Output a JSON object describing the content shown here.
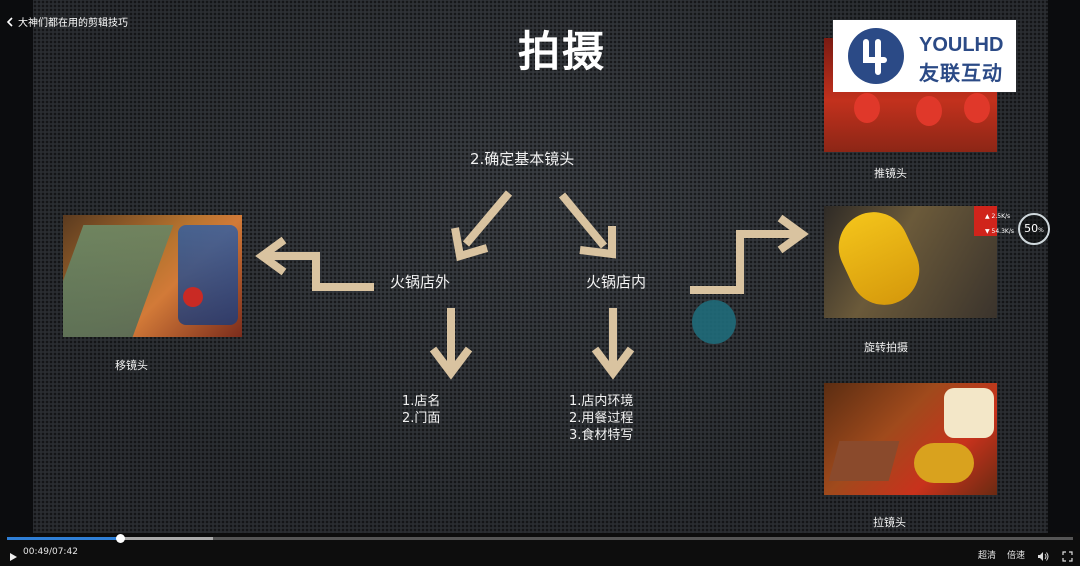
{
  "nav": {
    "back_label": "大神们都在用的剪辑技巧"
  },
  "slide": {
    "title": "拍摄",
    "center_heading": "2.确定基本镜头",
    "outside_label": "火锅店外",
    "inside_label": "火锅店内",
    "outside_items": [
      "1.店名",
      "2.门面"
    ],
    "inside_items": [
      "1.店内环境",
      "2.用餐过程",
      "3.食材特写"
    ],
    "shots": {
      "left": "移镜头",
      "push": "推镜头",
      "rotate": "旋转拍摄",
      "pull": "拉镜头"
    },
    "arrow_color": "#d9c3a0"
  },
  "logo": {
    "brand_en": "YOULHD",
    "brand_cn": "友联互动"
  },
  "speed": {
    "up": "2.5",
    "up_unit": "K/s",
    "down": "54.3",
    "down_unit": "K/s",
    "badge": "50",
    "badge_unit": "%"
  },
  "player": {
    "current_time": "00:49",
    "duration": "07:42",
    "progress": 0.106,
    "quality_label": "超清",
    "speed_label": "倍速",
    "accent": "#2f7fd6"
  }
}
